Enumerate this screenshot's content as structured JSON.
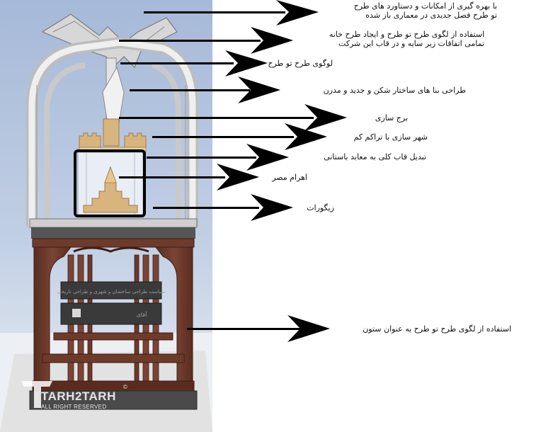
{
  "labels": [
    {
      "id": "l1",
      "lines": [
        "با بهره گیری از امکانات و دستاورد های طرح",
        "تو طرح فصل جدیدی در معماری باز شده"
      ]
    },
    {
      "id": "l2",
      "lines": [
        "استفاده از لگوی طرح تو طرح و ایجاد طرح خانه",
        "تمامی اتفاقات زیر سایه و در قاب این شرکت"
      ]
    },
    {
      "id": "l3",
      "lines": [
        "لوگوی طرح تو طرح"
      ]
    },
    {
      "id": "l4",
      "lines": [
        "طراحی بنا های ساختار شکن و جدید و مدرن"
      ]
    },
    {
      "id": "l5",
      "lines": [
        "برج سازی"
      ]
    },
    {
      "id": "l6",
      "lines": [
        "شهر سازی با تراکم کم"
      ]
    },
    {
      "id": "l7",
      "lines": [
        "تبدیل قاب کلی به معابد باستانی"
      ]
    },
    {
      "id": "l8",
      "lines": [
        "اهرام مصر"
      ]
    },
    {
      "id": "l9",
      "lines": [
        "زیگورات"
      ]
    },
    {
      "id": "l10",
      "lines": [
        "استفاده از لگوی طرح تو طرح به عنوان ستون"
      ]
    }
  ],
  "plaque_text": [
    "سیاست طراحی ساختمان و شهری و طراحی تاریخی",
    "آقای"
  ],
  "watermark": {
    "name": "TARH2TARH",
    "subtitle": "ALL RIGHT RESERVED",
    "copyright": "©"
  },
  "colors": {
    "sky": "#b4c6e0",
    "stone": "#dcdcdc",
    "wood": "#6e3a2a",
    "sand": "#d8b57e",
    "arrow": "#000000"
  }
}
